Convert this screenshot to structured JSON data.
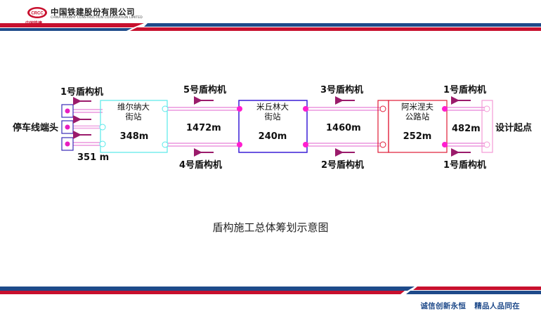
{
  "header": {
    "company_cn": "中国铁建股份有限公司",
    "company_en": "CHINA RAILWAY CONSTRUCTION CORPORATION LIMITED",
    "brand_short": "中国铁建",
    "logo_text": "CRCC"
  },
  "diagram": {
    "stations": [
      {
        "id": "st-depot",
        "name": "停车线端头"
      },
      {
        "id": "st-1",
        "name": "维尔纳大\n街站",
        "length": "348m"
      },
      {
        "id": "st-2",
        "name": "米丘林大\n街站",
        "length": "240m"
      },
      {
        "id": "st-3",
        "name": "阿米涅夫\n公路站",
        "length": "252m"
      },
      {
        "id": "st-start",
        "name": "设计起点"
      }
    ],
    "sections": [
      "351 m",
      "1472m",
      "1460m",
      "482m"
    ],
    "tbm_labels": {
      "depot_top": "1号盾构机",
      "sec2_top": "5号盾构机",
      "sec2_bottom": "4号盾构机",
      "sec3_top": "3号盾构机",
      "sec3_bottom": "2号盾构机",
      "sec4_top": "1号盾构机",
      "sec4_bottom": "1号盾构机"
    }
  },
  "caption": "盾构施工总体筹划示意图",
  "footer": {
    "slogan_1": "诚信创新永恒",
    "slogan_2": "精品人品同在"
  },
  "colors": {
    "brand_red": "#c8102e",
    "brand_blue": "#1e4a8a",
    "tunnel": "#f2b5e8",
    "marker": "#ff1ecf",
    "arrow": "#9b1b6b"
  }
}
